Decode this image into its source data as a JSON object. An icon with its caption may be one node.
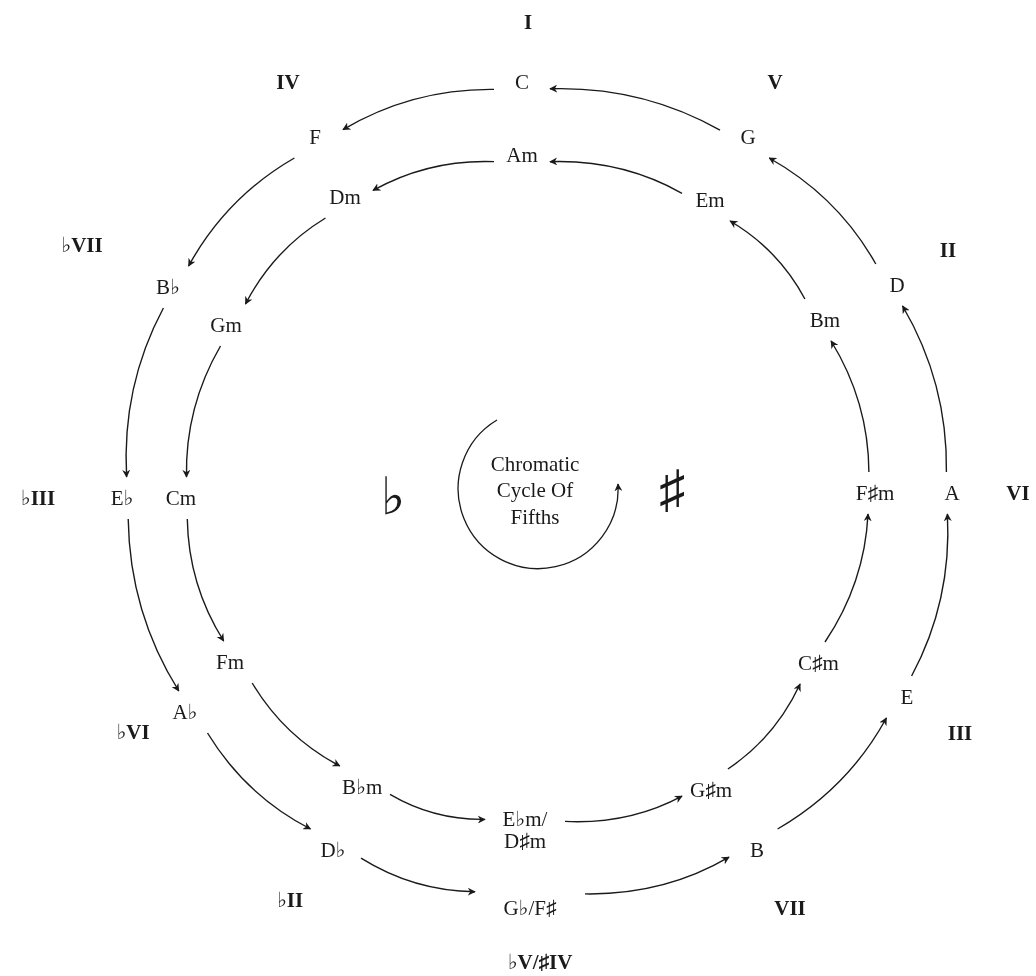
{
  "diagram": {
    "nodes": [
      {
        "text": [
          "C"
        ],
        "beside": [
          "I"
        ]
      },
      {
        "text": [
          "F"
        ],
        "beside": [
          "IV"
        ]
      },
      {
        "text": [
          "B♭"
        ],
        "beside": [
          "♭VII"
        ]
      },
      {
        "text": [
          "E♭"
        ],
        "beside": [
          "♭III"
        ]
      },
      {
        "text": [
          "A♭"
        ],
        "beside": [
          "♭VI"
        ]
      },
      {
        "text": [
          "D♭"
        ],
        "beside": [
          "♭II"
        ]
      },
      {
        "text": [
          "G♭/F♯"
        ],
        "beside": [
          "♭V/♯IV"
        ]
      },
      {
        "text": [
          "B"
        ],
        "beside": [
          "VII"
        ]
      },
      {
        "text": [
          "E"
        ],
        "beside": [
          "III"
        ]
      },
      {
        "text": [
          "A"
        ],
        "beside": [
          "VI"
        ]
      },
      {
        "text": [
          "D"
        ],
        "beside": [
          "II"
        ]
      },
      {
        "text": [
          "G"
        ],
        "beside": [
          "V"
        ]
      },
      {
        "text": [
          "Am"
        ]
      },
      {
        "text": [
          "Dm"
        ]
      },
      {
        "text": [
          "Gm"
        ]
      },
      {
        "text": [
          "Cm"
        ]
      },
      {
        "text": [
          "Fm"
        ]
      },
      {
        "text": [
          "B♭m"
        ]
      },
      {
        "text": [
          "E♭m/ D♯m"
        ]
      },
      {
        "text": [
          "G♯m"
        ]
      },
      {
        "text": [
          "C♯m"
        ]
      },
      {
        "text": [
          "F♯m"
        ]
      },
      {
        "text": [
          "Bm"
        ]
      },
      {
        "text": [
          "Em"
        ]
      }
    ],
    "edges": [
      {
        "from": 0,
        "to": 1,
        "arrow": "to"
      },
      {
        "from": 1,
        "to": 2,
        "arrow": "to"
      },
      {
        "from": 2,
        "to": 3,
        "arrow": "to"
      },
      {
        "from": 3,
        "to": 4,
        "arrow": "to"
      },
      {
        "from": 4,
        "to": 5,
        "arrow": "to"
      },
      {
        "from": 5,
        "to": 6,
        "arrow": "to"
      },
      {
        "from": 6,
        "to": 7,
        "arrow": "to"
      },
      {
        "from": 7,
        "to": 8,
        "arrow": "to"
      },
      {
        "from": 8,
        "to": 9,
        "arrow": "to"
      },
      {
        "from": 9,
        "to": 10,
        "arrow": "to"
      },
      {
        "from": 10,
        "to": 11,
        "arrow": "to"
      },
      {
        "from": 11,
        "to": 0,
        "arrow": "to"
      },
      {
        "from": 12,
        "to": 13,
        "arrow": "to"
      },
      {
        "from": 13,
        "to": 14,
        "arrow": "to"
      },
      {
        "from": 14,
        "to": 15,
        "arrow": "to"
      },
      {
        "from": 15,
        "to": 16,
        "arrow": "to"
      },
      {
        "from": 16,
        "to": 17,
        "arrow": "to"
      },
      {
        "from": 17,
        "to": 18,
        "arrow": "to"
      },
      {
        "from": 18,
        "to": 19,
        "arrow": "to"
      },
      {
        "from": 19,
        "to": 20,
        "arrow": "to"
      },
      {
        "from": 20,
        "to": 21,
        "arrow": "to"
      },
      {
        "from": 21,
        "to": 22,
        "arrow": "to"
      },
      {
        "from": 22,
        "to": 23,
        "arrow": "to"
      },
      {
        "from": 23,
        "to": 12,
        "arrow": "to"
      }
    ],
    "labels": [
      "♭",
      "Chromatic Cycle Of Fifths",
      "♯"
    ]
  }
}
